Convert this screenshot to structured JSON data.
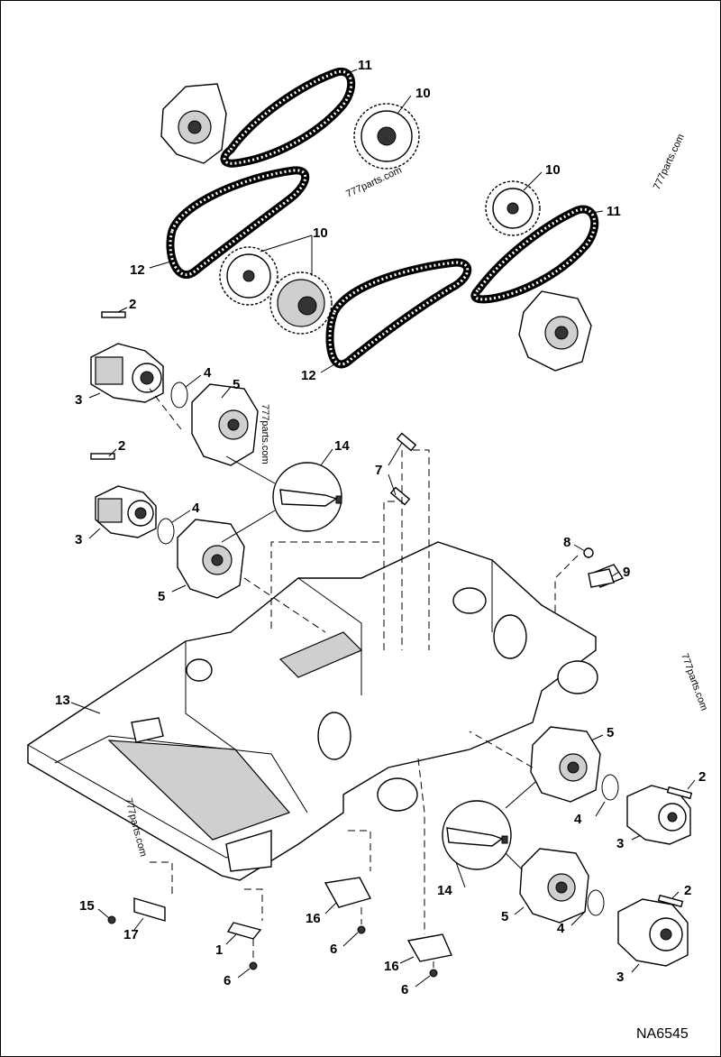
{
  "figure_id": "NA6545",
  "watermark": "777parts.com",
  "callouts": [
    {
      "id": "c11a",
      "text": "11"
    },
    {
      "id": "c10a",
      "text": "10"
    },
    {
      "id": "c10b",
      "text": "10"
    },
    {
      "id": "c11b",
      "text": "11"
    },
    {
      "id": "c10c",
      "text": "10"
    },
    {
      "id": "c12a",
      "text": "12"
    },
    {
      "id": "c12b",
      "text": "12"
    },
    {
      "id": "c2a",
      "text": "2"
    },
    {
      "id": "c3a",
      "text": "3"
    },
    {
      "id": "c4a",
      "text": "4"
    },
    {
      "id": "c5a",
      "text": "5"
    },
    {
      "id": "c14a",
      "text": "14"
    },
    {
      "id": "c2b",
      "text": "2"
    },
    {
      "id": "c7",
      "text": "7"
    },
    {
      "id": "c4b",
      "text": "4"
    },
    {
      "id": "c3b",
      "text": "3"
    },
    {
      "id": "c5b",
      "text": "5"
    },
    {
      "id": "c8",
      "text": "8"
    },
    {
      "id": "c9",
      "text": "9"
    },
    {
      "id": "c13",
      "text": "13"
    },
    {
      "id": "c5c",
      "text": "5"
    },
    {
      "id": "c2c",
      "text": "2"
    },
    {
      "id": "c4c",
      "text": "4"
    },
    {
      "id": "c3c",
      "text": "3"
    },
    {
      "id": "c14b",
      "text": "14"
    },
    {
      "id": "c2d",
      "text": "2"
    },
    {
      "id": "c5d",
      "text": "5"
    },
    {
      "id": "c4d",
      "text": "4"
    },
    {
      "id": "c3d",
      "text": "3"
    },
    {
      "id": "c15",
      "text": "15"
    },
    {
      "id": "c17",
      "text": "17"
    },
    {
      "id": "c16a",
      "text": "16"
    },
    {
      "id": "c1",
      "text": "1"
    },
    {
      "id": "c6a",
      "text": "6"
    },
    {
      "id": "c6b",
      "text": "6"
    },
    {
      "id": "c6c",
      "text": "6"
    },
    {
      "id": "c16b",
      "text": "16"
    }
  ]
}
